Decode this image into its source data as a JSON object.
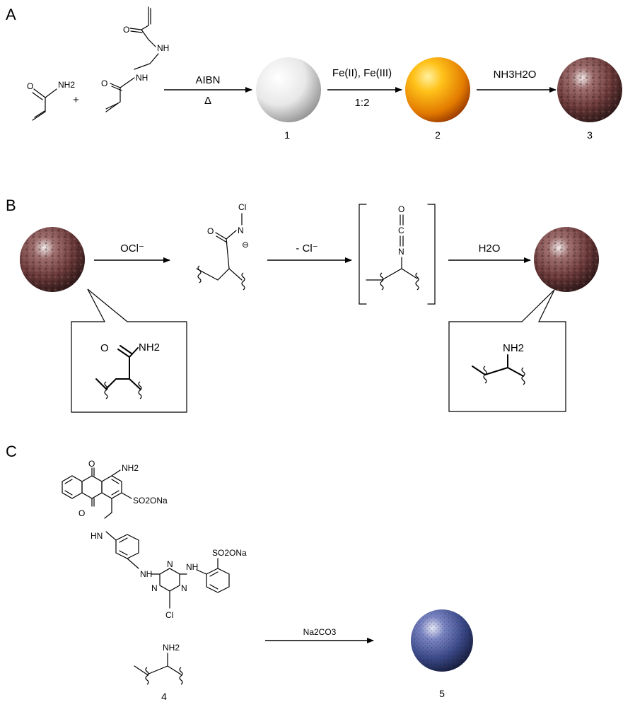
{
  "panels": {
    "a": "A",
    "b": "B",
    "c": "C"
  },
  "scheme_a": {
    "acrylamide_amine": "NH2",
    "plus": "+",
    "bis_nh_top": "NH",
    "bis_nh_bottom": "NH",
    "step1_reagent": "AIBN",
    "step1_condition": "Δ",
    "step2_reagent": "Fe(II), Fe(III)",
    "step2_ratio": "1:2",
    "step3_reagent": "NH3H2O",
    "labels": [
      "1",
      "2",
      "3"
    ]
  },
  "scheme_b": {
    "box_left_amide": "NH2",
    "step1_reagent": "OCl⁻",
    "chloramide_atom": "Cl",
    "chloramide_n": "N",
    "chloramide_charge": "⊖",
    "step2_reagent": "- Cl⁻",
    "isocyanate": {
      "o": "O",
      "c": "C",
      "n": "N"
    },
    "step3_reagent": "H2O",
    "box_right_amine": "NH2"
  },
  "scheme_c": {
    "dye": {
      "amine": "NH2",
      "sulfonate_top": "SO2ONa",
      "sulfonate_right": "SO2ONa",
      "nh_left": "HN",
      "nh_triazine_left": "NH",
      "nh_triazine_right": "NH",
      "ring_n": "N",
      "chloro": "Cl"
    },
    "amine_fragment": "NH2",
    "reagent": "Na2CO3",
    "labels": [
      "4",
      "5"
    ]
  },
  "colors": {
    "white_sphere": "#f2f2f2",
    "orange_sphere": "#f2a000",
    "granite_sphere": "#6b3a3a",
    "blue_sphere": "#3a4a8a"
  }
}
